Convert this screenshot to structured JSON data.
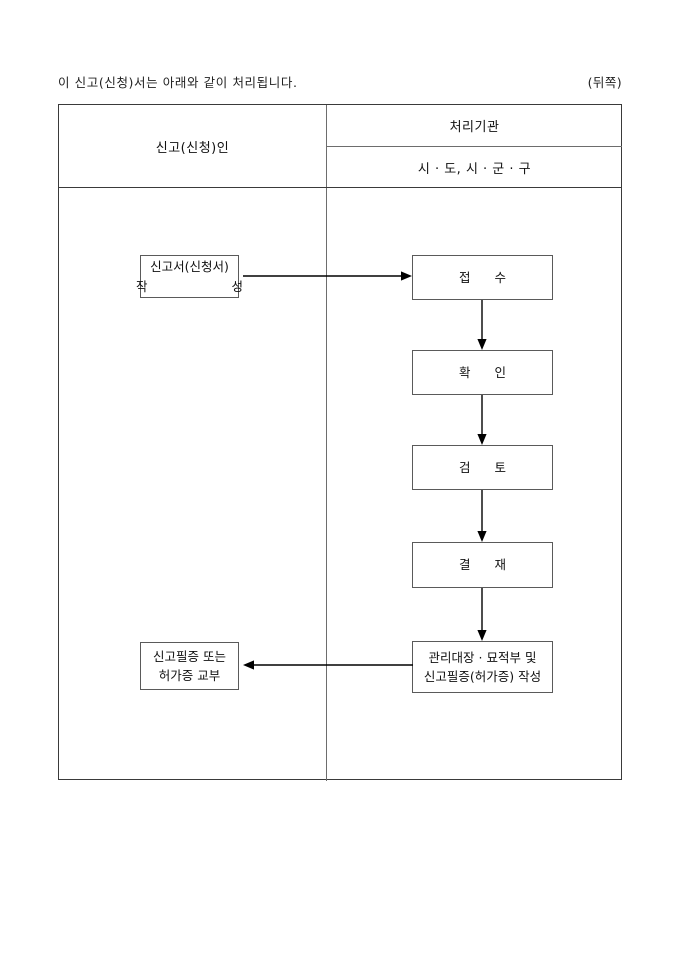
{
  "header": {
    "note": "이 신고(신청)서는 아래와 같이 처리됩니다.",
    "page_marker": "(뒤쪽)"
  },
  "table": {
    "columns": [
      {
        "id": "applicant",
        "header": "신고(신청)인"
      },
      {
        "id": "agency",
        "header": "처리기관",
        "subheader": "시 · 도, 시 · 군 · 구"
      }
    ]
  },
  "flow": {
    "nodes": [
      {
        "id": "apply-write",
        "column": "applicant",
        "lines": [
          "신고서(신청서)",
          "작        성"
        ]
      },
      {
        "id": "receipt",
        "column": "agency",
        "lines": [
          "접   수"
        ]
      },
      {
        "id": "confirm",
        "column": "agency",
        "lines": [
          "확   인"
        ]
      },
      {
        "id": "review",
        "column": "agency",
        "lines": [
          "검   토"
        ]
      },
      {
        "id": "approval",
        "column": "agency",
        "lines": [
          "결   재"
        ]
      },
      {
        "id": "register",
        "column": "agency",
        "lines": [
          "관리대장 · 묘적부 및",
          "신고필증(허가증) 작성"
        ]
      },
      {
        "id": "issue",
        "column": "applicant",
        "lines": [
          "신고필증 또는",
          "허가증 교부"
        ]
      }
    ],
    "edges": [
      {
        "from": "apply-write",
        "to": "receipt",
        "direction": "right"
      },
      {
        "from": "receipt",
        "to": "confirm",
        "direction": "down"
      },
      {
        "from": "confirm",
        "to": "review",
        "direction": "down"
      },
      {
        "from": "review",
        "to": "approval",
        "direction": "down"
      },
      {
        "from": "approval",
        "to": "register",
        "direction": "down"
      },
      {
        "from": "register",
        "to": "issue",
        "direction": "left"
      }
    ]
  },
  "colors": {
    "border": "#3a3a3a",
    "node_border": "#5a5a5a",
    "divider": "#6d6d6d",
    "text": "#111111",
    "connector": "#000000"
  }
}
